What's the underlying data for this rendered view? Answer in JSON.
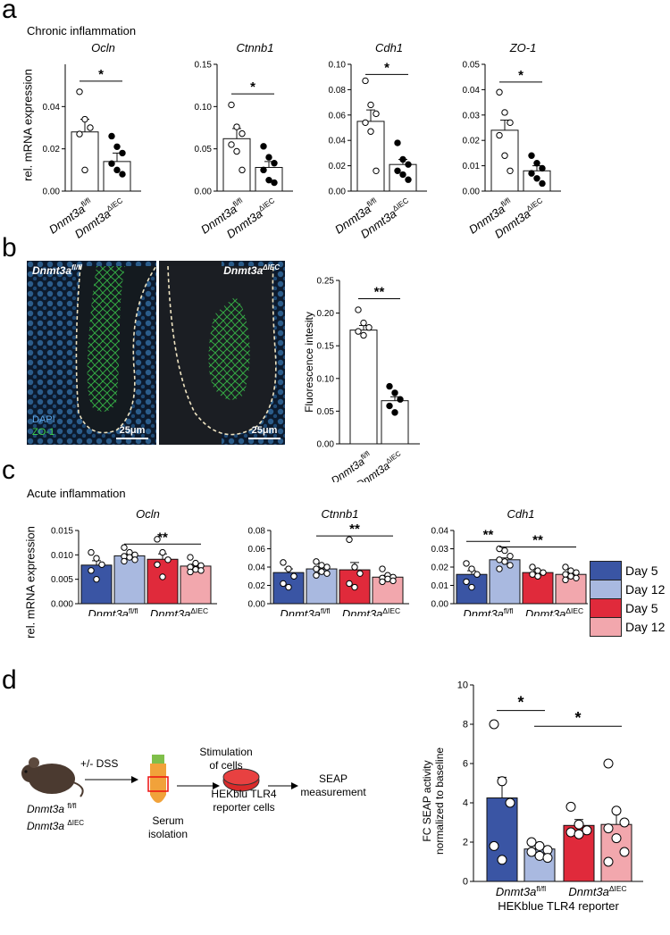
{
  "panels": {
    "a": {
      "label": "a",
      "title": "Chronic inflammation",
      "ylabel": "rel. mRNA expression"
    },
    "b": {
      "label": "b",
      "micrograph_left_label": "Dnmt3a",
      "micrograph_left_sup": "fl/fl",
      "micrograph_right_label": "Dnmt3a",
      "micrograph_right_sup": "ΔIEC",
      "stain_dapi": "DAPI",
      "stain_zo1": "ZO-1",
      "scalebar_left": "25μm",
      "scalebar_right": "25μm"
    },
    "c": {
      "label": "c",
      "title": "Acute inflammation",
      "ylabel": "rel. mRNA expression",
      "legend": [
        {
          "label": "Day 5",
          "color": "#3a55a4"
        },
        {
          "label": "Day 12",
          "color": "#a9b9e0"
        },
        {
          "label": "Day 5",
          "color": "#e02a3b"
        },
        {
          "label": "Day 12",
          "color": "#f2a7ad"
        }
      ]
    },
    "d": {
      "label": "d",
      "schematic": {
        "dss": "+/- DSS",
        "mouse_line1": "Dnmt3a",
        "mouse_line1_sup": "fl/fl",
        "mouse_line2": "Dnmt3a",
        "mouse_line2_sup": "ΔIEC",
        "serum": "Serum",
        "isolation": "isolation",
        "stimulation1": "Stimulation",
        "stimulation2": "of cells",
        "hek1": "HEKblu TLR4",
        "hek2": "reporter cells",
        "seap1": "SEAP",
        "seap2": "measurement"
      }
    }
  },
  "chart_data": [
    {
      "id": "a-ocln",
      "type": "bar",
      "title": "Ocln",
      "categories": [
        "Dnmt3a fl/fl",
        "Dnmt3a ΔIEC"
      ],
      "values": [
        0.028,
        0.014
      ],
      "errors": [
        0.006,
        0.004
      ],
      "ylim": [
        0,
        0.06
      ],
      "yticks": [
        "0.00",
        "0.02",
        "0.04"
      ],
      "points": [
        [
          0.047,
          0.034,
          0.03,
          0.027,
          0.01
        ],
        [
          0.026,
          0.021,
          0.018,
          0.013,
          0.01,
          0.008
        ]
      ],
      "significance": [
        {
          "label": "*"
        }
      ]
    },
    {
      "id": "a-ctnnb1",
      "type": "bar",
      "title": "Ctnnb1",
      "categories": [
        "Dnmt3a fl/fl",
        "Dnmt3a ΔIEC"
      ],
      "values": [
        0.062,
        0.028
      ],
      "errors": [
        0.012,
        0.007
      ],
      "ylim": [
        0,
        0.15
      ],
      "yticks": [
        "0.00",
        "0.05",
        "0.10",
        "0.15"
      ],
      "points": [
        [
          0.102,
          0.076,
          0.068,
          0.055,
          0.047,
          0.025
        ],
        [
          0.053,
          0.04,
          0.033,
          0.025,
          0.013,
          0.01
        ]
      ],
      "significance": [
        {
          "label": "*"
        }
      ]
    },
    {
      "id": "a-cdh1",
      "type": "bar",
      "title": "Cdh1",
      "categories": [
        "Dnmt3a fl/fl",
        "Dnmt3a ΔIEC"
      ],
      "values": [
        0.055,
        0.021
      ],
      "errors": [
        0.009,
        0.004
      ],
      "ylim": [
        0,
        0.1
      ],
      "yticks": [
        "0.00",
        "0.02",
        "0.04",
        "0.06",
        "0.08",
        "0.10"
      ],
      "points": [
        [
          0.087,
          0.068,
          0.061,
          0.054,
          0.047,
          0.016
        ],
        [
          0.038,
          0.025,
          0.021,
          0.016,
          0.013,
          0.009
        ]
      ],
      "significance": [
        {
          "label": "*"
        }
      ]
    },
    {
      "id": "a-zo1",
      "type": "bar",
      "title": "ZO-1",
      "categories": [
        "Dnmt3a fl/fl",
        "Dnmt3a ΔIEC"
      ],
      "values": [
        0.024,
        0.008
      ],
      "errors": [
        0.004,
        0.002
      ],
      "ylim": [
        0,
        0.05
      ],
      "yticks": [
        "0.00",
        "0.01",
        "0.02",
        "0.03",
        "0.04",
        "0.05"
      ],
      "points": [
        [
          0.039,
          0.031,
          0.027,
          0.022,
          0.014,
          0.008
        ],
        [
          0.014,
          0.011,
          0.009,
          0.007,
          0.005,
          0.003
        ]
      ],
      "significance": [
        {
          "label": "*"
        }
      ]
    },
    {
      "id": "b-zo1",
      "type": "bar",
      "title": "",
      "ylabel": "Fluorescence intesity",
      "categories": [
        "Dnmt3a fl/fl",
        "Dnmt3a ΔIEC"
      ],
      "values": [
        0.174,
        0.066
      ],
      "errors": [
        0.007,
        0.006
      ],
      "ylim": [
        0,
        0.25
      ],
      "yticks": [
        "0.00",
        "0.05",
        "0.10",
        "0.15",
        "0.20",
        "0.25"
      ],
      "points": [
        [
          0.205,
          0.185,
          0.178,
          0.172,
          0.166
        ],
        [
          0.088,
          0.078,
          0.068,
          0.058,
          0.048
        ]
      ],
      "significance": [
        {
          "label": "**"
        }
      ]
    },
    {
      "id": "c-ocln",
      "type": "bar",
      "title": "Ocln",
      "categories": [
        "Dnmt3a fl/fl",
        "Dnmt3a ΔIEC"
      ],
      "series": [
        {
          "name": "Day 5"
        },
        {
          "name": "Day 12"
        },
        {
          "name": "Day 5"
        },
        {
          "name": "Day 12"
        }
      ],
      "values": [
        0.0079,
        0.0098,
        0.0091,
        0.0077
      ],
      "errors": [
        0.0009,
        0.0004,
        0.0011,
        0.0004
      ],
      "ylim": [
        0,
        0.015
      ],
      "yticks": [
        "0.000",
        "0.005",
        "0.010",
        "0.015"
      ],
      "points": [
        [
          0.0105,
          0.0093,
          0.008,
          0.0068,
          0.005
        ],
        [
          0.0115,
          0.0105,
          0.01,
          0.0097,
          0.0095,
          0.009,
          0.0087
        ],
        [
          0.0132,
          0.0105,
          0.009,
          0.008,
          0.0055
        ],
        [
          0.0095,
          0.0083,
          0.0078,
          0.0075,
          0.007,
          0.0068,
          0.0065
        ]
      ],
      "significance": [
        {
          "label": "**"
        }
      ]
    },
    {
      "id": "c-ctnnb1",
      "type": "bar",
      "title": "Ctnnb1",
      "categories": [
        "Dnmt3a fl/fl",
        "Dnmt3a ΔIEC"
      ],
      "series": [
        {
          "name": "Day 5"
        },
        {
          "name": "Day 12"
        },
        {
          "name": "Day 5"
        },
        {
          "name": "Day 12"
        }
      ],
      "values": [
        0.034,
        0.038,
        0.037,
        0.029
      ],
      "errors": [
        0.004,
        0.002,
        0.008,
        0.002
      ],
      "ylim": [
        0,
        0.08
      ],
      "yticks": [
        "0.00",
        "0.02",
        "0.04",
        "0.06",
        "0.08"
      ],
      "points": [
        [
          0.045,
          0.038,
          0.03,
          0.022,
          0.018
        ],
        [
          0.046,
          0.042,
          0.04,
          0.038,
          0.035,
          0.033,
          0.031
        ],
        [
          0.07,
          0.04,
          0.033,
          0.022,
          0.018
        ],
        [
          0.038,
          0.031,
          0.029,
          0.028,
          0.027,
          0.025,
          0.024
        ]
      ],
      "significance": [
        {
          "label": "**"
        }
      ]
    },
    {
      "id": "c-cdh1",
      "type": "bar",
      "title": "Cdh1",
      "categories": [
        "Dnmt3a fl/fl",
        "Dnmt3a ΔIEC"
      ],
      "series": [
        {
          "name": "Day 5"
        },
        {
          "name": "Day 12"
        },
        {
          "name": "Day 5"
        },
        {
          "name": "Day 12"
        }
      ],
      "values": [
        0.016,
        0.024,
        0.017,
        0.016
      ],
      "errors": [
        0.002,
        0.001,
        0.001,
        0.001
      ],
      "ylim": [
        0,
        0.04
      ],
      "yticks": [
        "0.00",
        "0.01",
        "0.02",
        "0.03",
        "0.04"
      ],
      "points": [
        [
          0.022,
          0.019,
          0.016,
          0.012,
          0.009
        ],
        [
          0.03,
          0.029,
          0.026,
          0.024,
          0.023,
          0.021,
          0.019
        ],
        [
          0.02,
          0.018,
          0.017,
          0.016,
          0.015
        ],
        [
          0.02,
          0.018,
          0.017,
          0.016,
          0.015,
          0.014,
          0.013
        ]
      ],
      "significance": [
        {
          "label": "**"
        },
        {
          "label": "**"
        }
      ]
    },
    {
      "id": "d-seap",
      "type": "bar",
      "title": "",
      "ylabel": "FC SEAP activity normalized to baseline",
      "ylabel_line1": "FC SEAP activity",
      "ylabel_line2": "normalized to baseline",
      "xlabel": "HEKblue TLR4 reporter",
      "categories": [
        "Dnmt3a fl/fl",
        "Dnmt3a ΔIEC"
      ],
      "series": [
        {
          "name": "Day 5"
        },
        {
          "name": "Day 12"
        },
        {
          "name": "Day 5"
        },
        {
          "name": "Day 12"
        }
      ],
      "values": [
        4.25,
        1.65,
        2.85,
        2.9
      ],
      "errors": [
        1.05,
        0.15,
        0.3,
        0.6
      ],
      "ylim": [
        0,
        10
      ],
      "yticks": [
        "0",
        "2",
        "4",
        "6",
        "8",
        "10"
      ],
      "points": [
        [
          8.0,
          5.1,
          4.0,
          1.8,
          1.1
        ],
        [
          2.0,
          1.8,
          1.6,
          1.5,
          1.3,
          1.2
        ],
        [
          3.8,
          2.9,
          2.6,
          2.5,
          2.4
        ],
        [
          6.0,
          3.6,
          3.0,
          2.7,
          2.2,
          1.5,
          1.0
        ]
      ],
      "significance": [
        {
          "label": "*"
        },
        {
          "label": "*"
        }
      ]
    }
  ]
}
